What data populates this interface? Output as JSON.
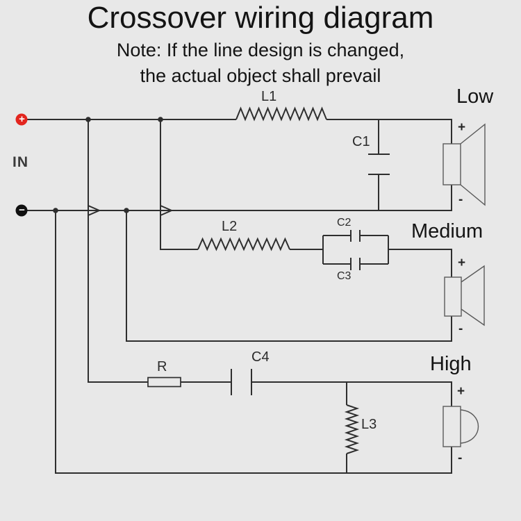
{
  "title": "Crossover wiring diagram",
  "note_line1": "Note: If the line design is changed,",
  "note_line2": "the actual object shall prevail",
  "input": {
    "label": "IN",
    "plus_symbol": "+",
    "minus_symbol": "−"
  },
  "channels": {
    "low": "Low",
    "medium": "Medium",
    "high": "High"
  },
  "components": {
    "l1": "L1",
    "c1": "C1",
    "l2": "L2",
    "c2": "C2",
    "c3": "C3",
    "r": "R",
    "c4": "C4",
    "l3": "L3"
  },
  "speaker_terminals": {
    "low": {
      "plus": "+",
      "minus": "-"
    },
    "medium": {
      "plus": "+",
      "minus": "-"
    },
    "high": {
      "plus": "+",
      "minus": "-"
    }
  },
  "colors": {
    "background": "#e8e8e8",
    "wire": "#2e2e2e",
    "speaker_outline": "#5a5a5a",
    "terminal_plus": "#e3251e",
    "terminal_minus": "#101010",
    "text": "#141414"
  }
}
